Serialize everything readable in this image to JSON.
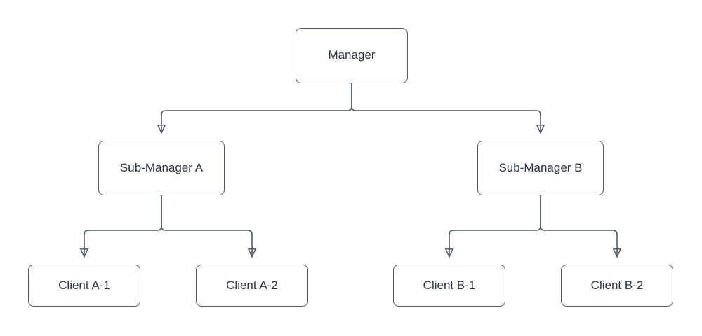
{
  "diagram": {
    "type": "org-chart-tree",
    "background_color": "#ffffff",
    "node_fill_color": "#ffffff",
    "node_border_color": "#525a68",
    "connector_color": "#525a68",
    "arrowhead_color": "#2e3440",
    "text_color": "#2c3342",
    "nodes": {
      "manager": {
        "label": "Manager",
        "level": 1
      },
      "sub_a": {
        "label": "Sub-Manager A",
        "level": 2
      },
      "sub_b": {
        "label": "Sub-Manager B",
        "level": 2
      },
      "client_a1": {
        "label": "Client A-1",
        "level": 3
      },
      "client_a2": {
        "label": "Client A-2",
        "level": 3
      },
      "client_b1": {
        "label": "Client B-1",
        "level": 3
      },
      "client_b2": {
        "label": "Client B-2",
        "level": 3
      }
    },
    "edges": [
      {
        "from": "Manager",
        "to": "Sub-Manager A",
        "arrow": "filled-triangle"
      },
      {
        "from": "Manager",
        "to": "Sub-Manager B",
        "arrow": "filled-triangle"
      },
      {
        "from": "Sub-Manager A",
        "to": "Client A-1",
        "arrow": "filled-triangle"
      },
      {
        "from": "Sub-Manager A",
        "to": "Client A-2",
        "arrow": "filled-triangle"
      },
      {
        "from": "Sub-Manager B",
        "to": "Client B-1",
        "arrow": "filled-triangle"
      },
      {
        "from": "Sub-Manager B",
        "to": "Client B-2",
        "arrow": "filled-triangle"
      }
    ]
  }
}
